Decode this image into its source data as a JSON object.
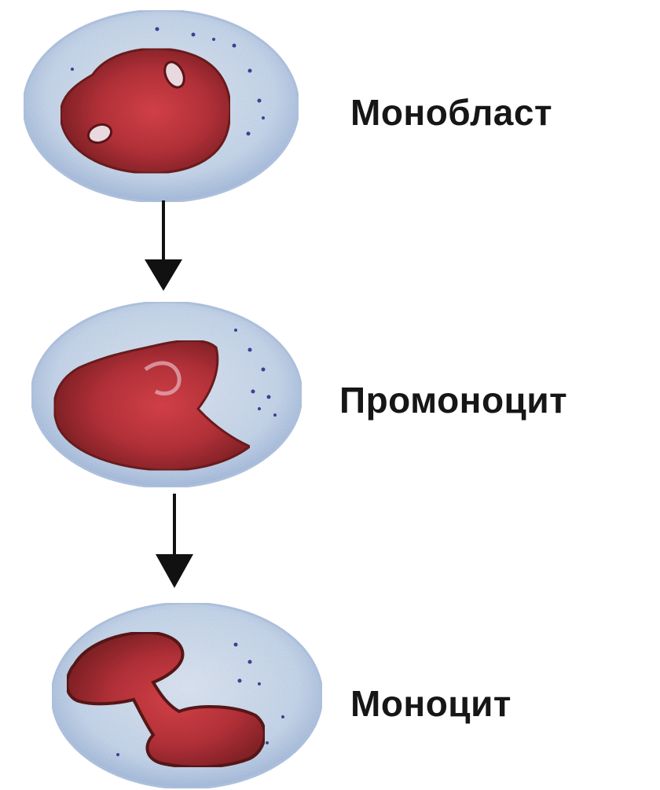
{
  "stages": [
    {
      "id": "monoblast",
      "label": "Монобласт"
    },
    {
      "id": "promonocyte",
      "label": "Промоноцит"
    },
    {
      "id": "monocyte",
      "label": "Моноцит"
    }
  ],
  "colors": {
    "cytoplasm": "#c9d9ee",
    "cytoplasm_edge": "#a9bfe0",
    "nucleus": "#b8323a",
    "nucleus_dark": "#7a1f24",
    "granule": "#3f3f8f",
    "arrow": "#111111",
    "label": "#161616"
  }
}
